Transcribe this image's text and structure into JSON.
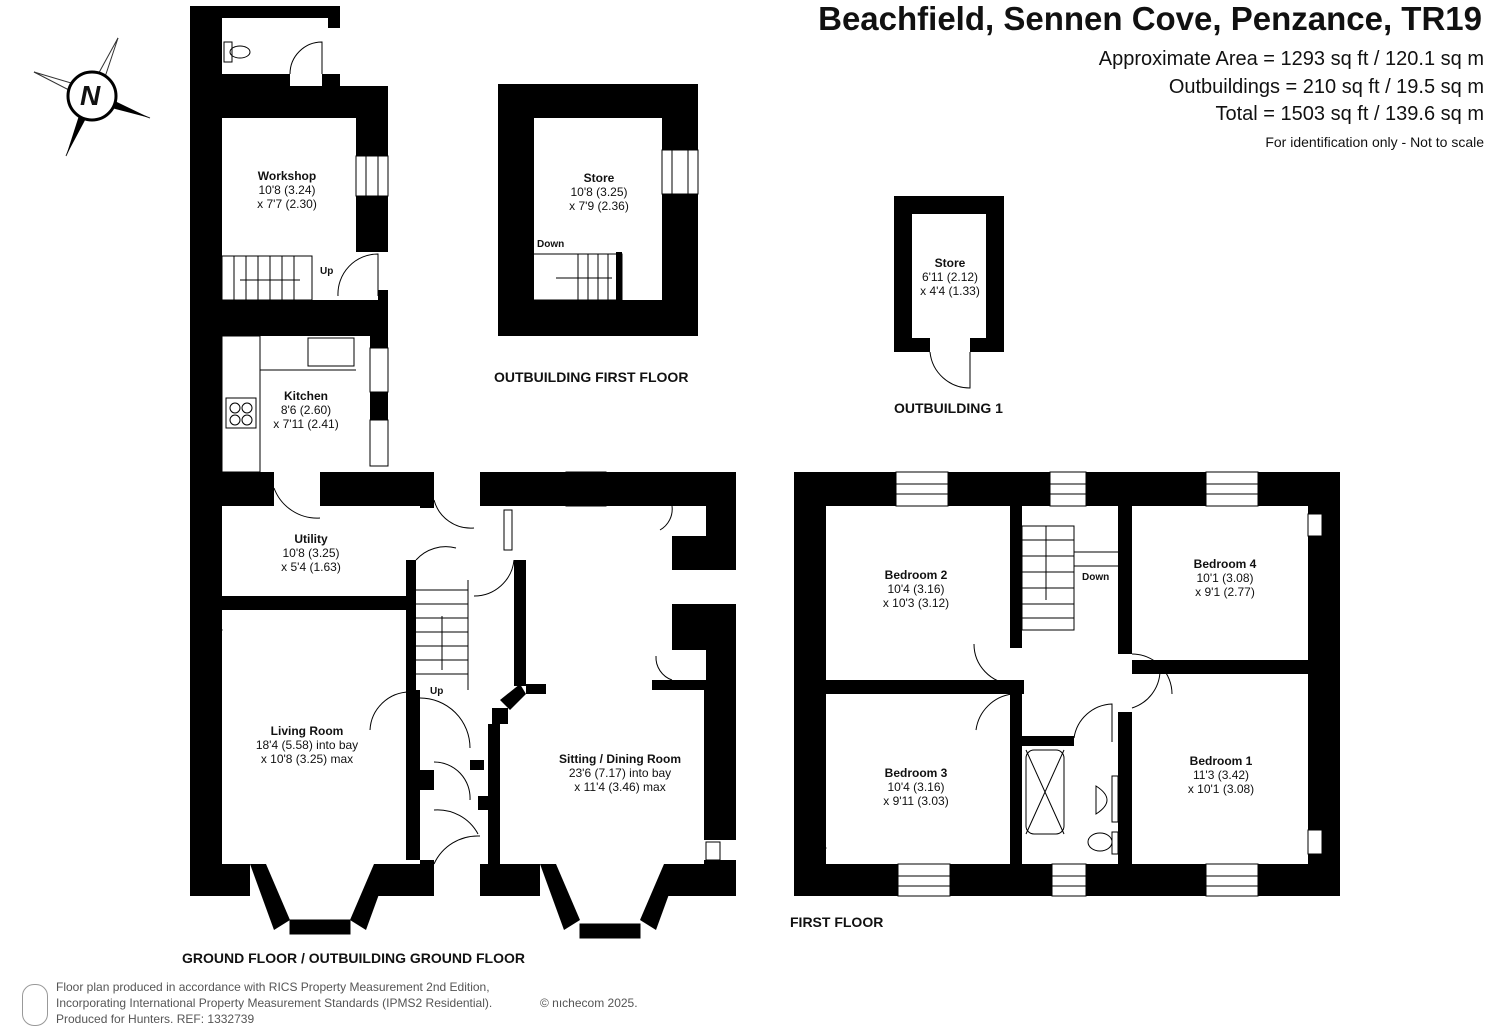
{
  "header": {
    "title": "Beachfield, Sennen Cove, Penzance, TR19",
    "areas": [
      "Approximate Area = 1293 sq ft / 120.1 sq m",
      "Outbuildings = 210 sq ft / 19.5 sq m",
      "Total = 1503 sq ft / 139.6 sq m"
    ],
    "disclaimer": "For identification only - Not to scale"
  },
  "compass": {
    "label": "N",
    "icon": "north-arrow-icon"
  },
  "rooms": {
    "workshop": {
      "name": "Workshop",
      "dims": [
        "10'8 (3.24)",
        "x 7'7 (2.30)"
      ]
    },
    "kitchen": {
      "name": "Kitchen",
      "dims": [
        "8'6 (2.60)",
        "x 7'11 (2.41)"
      ]
    },
    "utility": {
      "name": "Utility",
      "dims": [
        "10'8 (3.25)",
        "x 5'4 (1.63)"
      ]
    },
    "living_room": {
      "name": "Living Room",
      "dims": [
        "18'4 (5.58) into bay",
        "x 10'8 (3.25) max"
      ]
    },
    "sitting_dining": {
      "name": "Sitting / Dining Room",
      "dims": [
        "23'6 (7.17) into bay",
        "x 11'4 (3.46) max"
      ]
    },
    "store_first": {
      "name": "Store",
      "dims": [
        "10'8 (3.25)",
        "x 7'9 (2.36)"
      ]
    },
    "store_outbuilding": {
      "name": "Store",
      "dims": [
        "6'11 (2.12)",
        "x 4'4 (1.33)"
      ]
    },
    "bedroom_2": {
      "name": "Bedroom 2",
      "dims": [
        "10'4 (3.16)",
        "x 10'3 (3.12)"
      ]
    },
    "bedroom_4": {
      "name": "Bedroom 4",
      "dims": [
        "10'1 (3.08)",
        "x 9'1 (2.77)"
      ]
    },
    "bedroom_3": {
      "name": "Bedroom 3",
      "dims": [
        "10'4 (3.16)",
        "x 9'11 (3.03)"
      ]
    },
    "bedroom_1": {
      "name": "Bedroom 1",
      "dims": [
        "11'3 (3.42)",
        "x 10'1 (3.08)"
      ]
    }
  },
  "stair_labels": {
    "up_workshop": "Up",
    "up_hall": "Up",
    "down_store": "Down",
    "down_first": "Down"
  },
  "floors": {
    "ground": "GROUND FLOOR  / OUTBUILDING GROUND FLOOR",
    "outbuilding_first": "OUTBUILDING FIRST FLOOR",
    "outbuilding_1": "OUTBUILDING 1",
    "first": "FIRST FLOOR"
  },
  "footer": {
    "line1": "Floor plan produced in accordance with RICS Property Measurement 2nd Edition,",
    "line2": "Incorporating International Property Measurement Standards (IPMS2 Residential).",
    "copyright": "© nıchecom 2025.",
    "line3": "Produced for Hunters.   REF: 1332739"
  },
  "colors": {
    "wall": "#000000",
    "background": "#ffffff",
    "text": "#111111"
  }
}
